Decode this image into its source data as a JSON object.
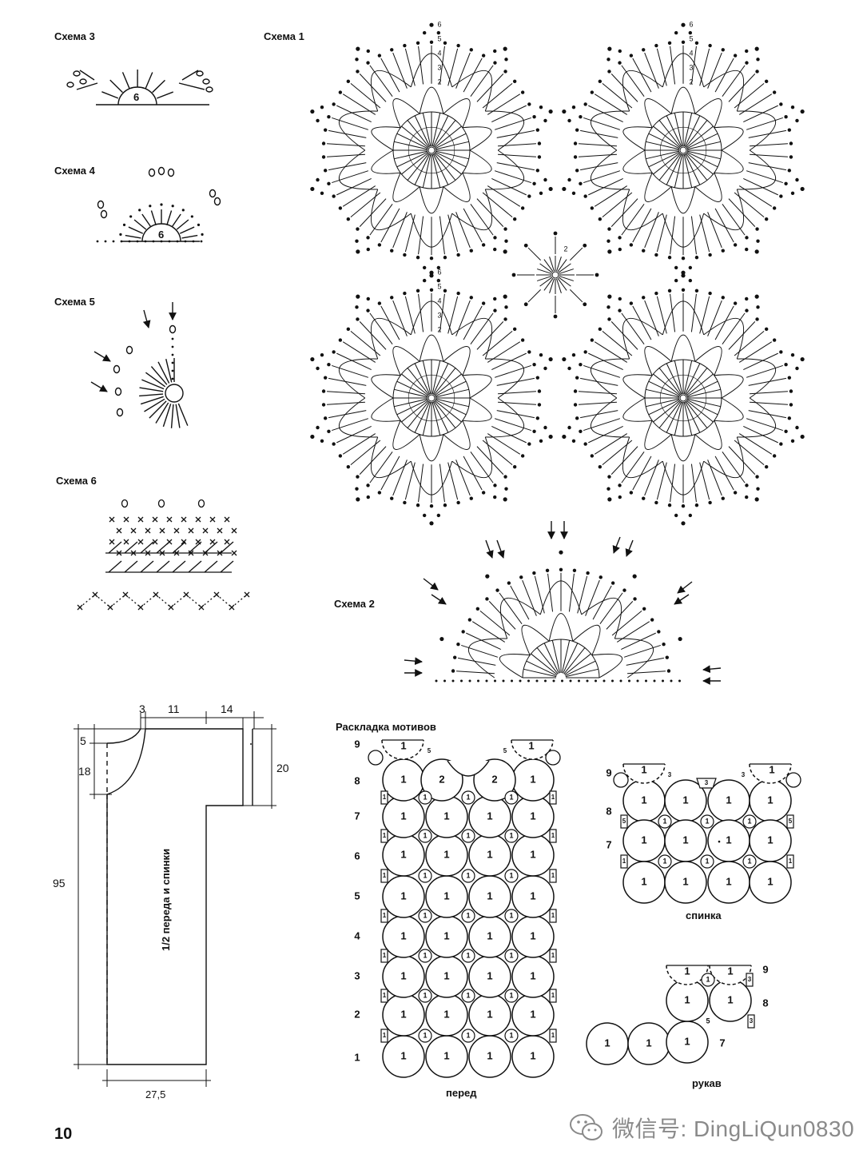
{
  "page_number": "10",
  "watermark": {
    "text": "微信号: DingLiQun0830",
    "icon": "wechat-icon"
  },
  "schemes": {
    "s1": "Схема 1",
    "s2": "Схема 2",
    "s3": "Схема 3",
    "s4": "Схема 4",
    "s5": "Схема 5",
    "s6": "Схема 6"
  },
  "scheme_numbers": {
    "s3_center": "6",
    "s4_center": "6",
    "motif_rows": [
      "6",
      "5",
      "4",
      "3",
      "2"
    ],
    "small_motif_row": "2"
  },
  "pattern": {
    "vertical_label": "1/2 переда и спинки",
    "dims": {
      "top_a": "3",
      "top_b": "11",
      "top_c": "14",
      "left_a": "5",
      "left_b": "18",
      "height": "95",
      "sleeve": "20",
      "width": "27,5"
    }
  },
  "layout": {
    "title": "Раскладка мотивов",
    "front": {
      "label": "перед",
      "row_numbers": [
        "9",
        "8",
        "7",
        "6",
        "5",
        "4",
        "3",
        "2",
        "1"
      ],
      "row8_labels": [
        "1",
        "2",
        "2",
        "1"
      ]
    },
    "back": {
      "label": "спинка",
      "row_numbers": [
        "9",
        "8",
        "7"
      ]
    },
    "sleeve": {
      "label": "рукав",
      "row_numbers": [
        "9",
        "8",
        "7"
      ]
    },
    "motif_label": "1",
    "half_motif_label": "2",
    "fill_labels": {
      "small": "1",
      "corner": "5",
      "notch": "3",
      "dot": "•"
    }
  }
}
